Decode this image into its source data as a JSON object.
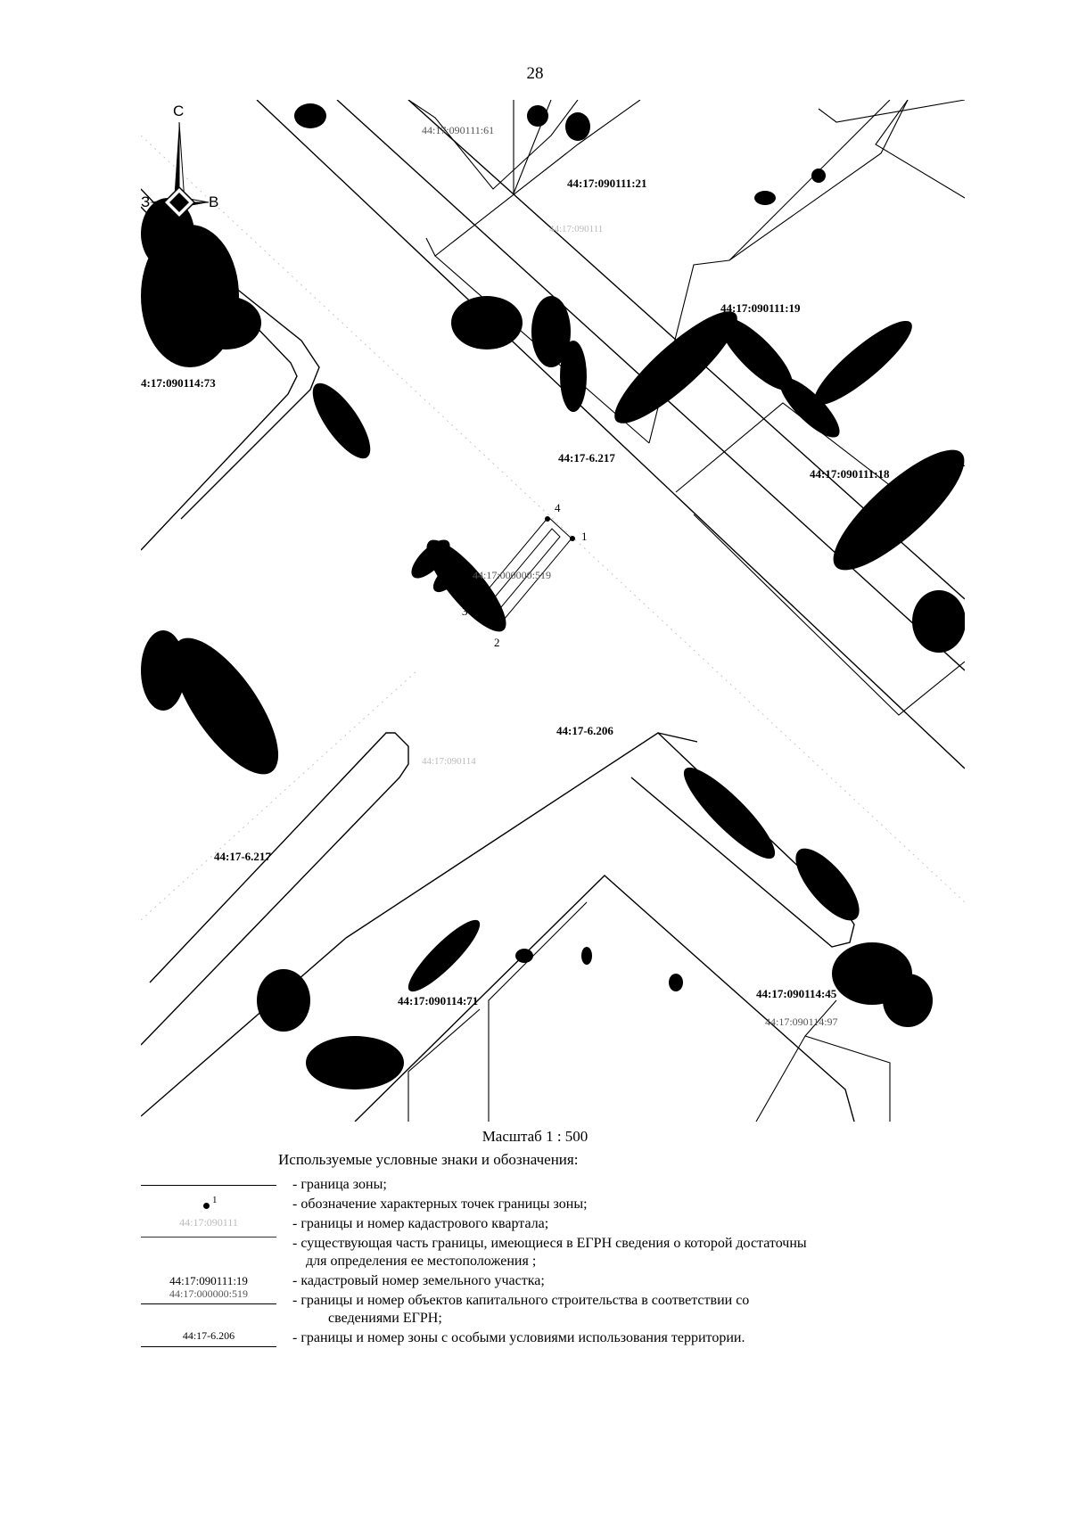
{
  "page": {
    "number": "28"
  },
  "compass": {
    "north": "С",
    "west": "З",
    "east": "В"
  },
  "map": {
    "parcels": {
      "p61": "44:17:090111:61",
      "p21": "44:17:090111:21",
      "p19": "44:17:090111:19",
      "p18": "44:17:090111:18",
      "p73": "4:17:090114:73",
      "p71": "44:17:090114:71",
      "p45": "44:17:090114:45",
      "p97": "44:17:090114:97"
    },
    "zones": {
      "z1": "44:17-6.217",
      "z2": "44:17-6.217",
      "z3": "44:17-6.206",
      "z4": "44:17-6.217"
    },
    "building": "44:17:000000:519",
    "quarters": {
      "q1": "44:17:090111",
      "q2": "44:17:090114"
    },
    "points": {
      "p1": "1",
      "p2": "2",
      "p3": "3",
      "p4": "4"
    }
  },
  "scale": "Масштаб 1 : 500",
  "legend": {
    "title": "Используемые условные знаки и обозначения:",
    "items": {
      "zone_border": "- граница зоны;",
      "char_points": "- обозначение характерных точек границы зоны;",
      "char_points_symbol": "1",
      "quarter": "- границы и номер кадастрового квартала;",
      "quarter_symbol": "44:17:090111",
      "existing_line1": "- существующая часть границы, имеющиеся в ЕГРН сведения о которой достаточны",
      "existing_line2": "для определения ее местоположения ;",
      "parcel_number": "- кадастровый номер земельного участка;",
      "parcel_symbol": "44:17:090111:19",
      "oks_line1": "- границы и номер объектов капитального строительства в соответствии со",
      "oks_line2": "сведениями ЕГРН;",
      "oks_symbol": "44:17:000000:519",
      "zouit": "- границы и номер зоны с особыми условиями использования территории.",
      "zouit_symbol": "44:17-6.206"
    }
  }
}
